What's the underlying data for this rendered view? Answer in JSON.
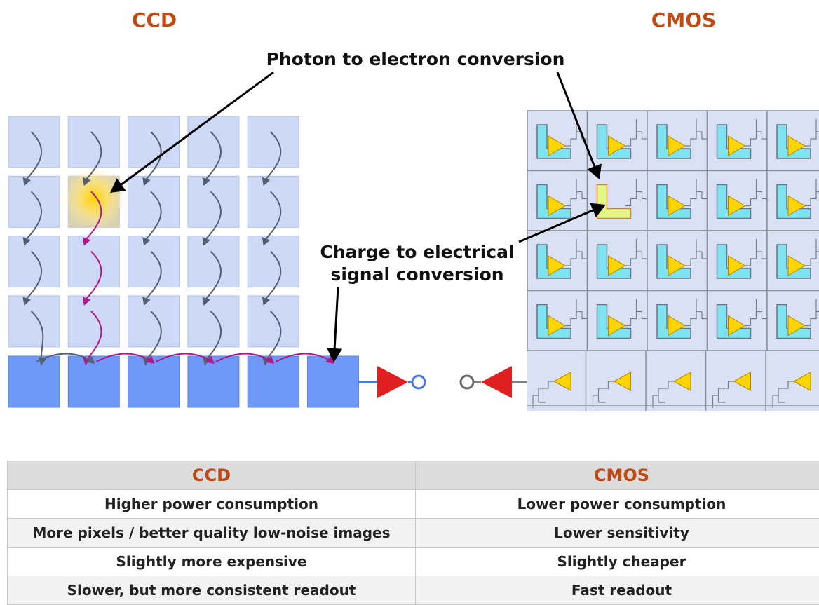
{
  "titles": {
    "ccd": "CCD",
    "cmos": "CMOS"
  },
  "callouts": {
    "photon": "Photon to electron conversion",
    "charge_line1": "Charge to electrical",
    "charge_line2": "signal conversion"
  },
  "colors": {
    "title": "#bf4a14",
    "pixel": "#cdd9f7",
    "readout": "#6f99f8",
    "gray_arrow": "#555f72",
    "magenta_arrow": "#b0188a",
    "amplifier": "#e02020",
    "photodiode": "#7de3f0",
    "cmos_amp": "#ffd400"
  },
  "table": {
    "headers": [
      "CCD",
      "CMOS"
    ],
    "rows": [
      [
        "Higher power consumption",
        "Lower power consumption"
      ],
      [
        "More pixels / better quality low-noise images",
        "Lower sensitivity"
      ],
      [
        "Slightly more expensive",
        "Slightly cheaper"
      ],
      [
        "Slower, but more consistent readout",
        "Fast readout"
      ]
    ]
  }
}
